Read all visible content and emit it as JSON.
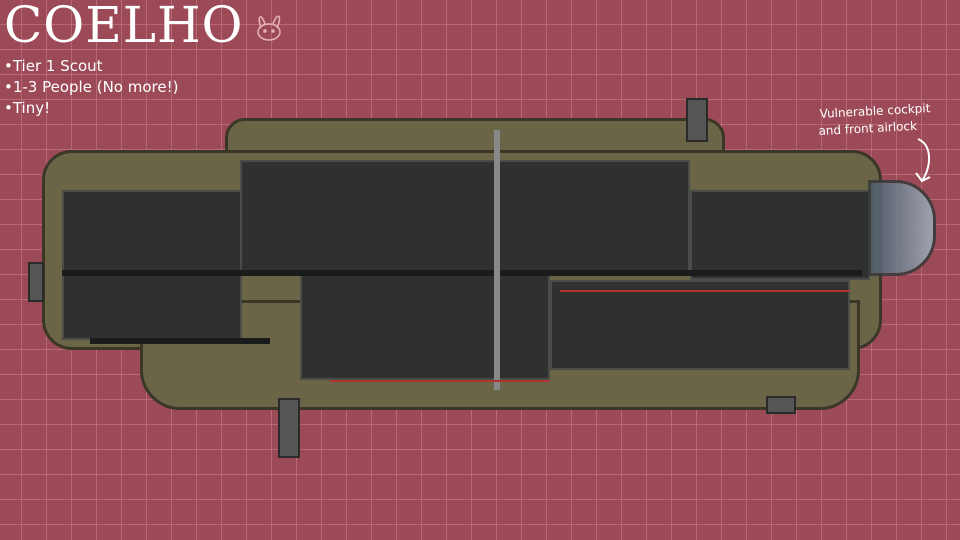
{
  "title": "COELHO",
  "bullets": [
    "•Tier 1 Scout",
    "•1-3 People (No more!)",
    "•Tiny!"
  ],
  "annotation": {
    "line1": "Vulnerable cockpit",
    "line2": "and front airlock"
  },
  "colors": {
    "background": "#9c4a57",
    "grid": "#e6a0aa",
    "hull": "#6b6548",
    "text": "#ffffff"
  }
}
